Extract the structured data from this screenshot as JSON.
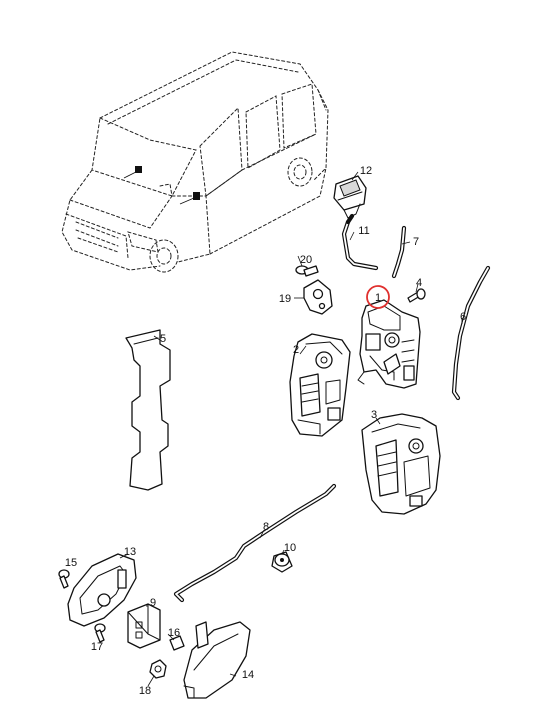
{
  "diagram": {
    "highlight_color": "#e0302e",
    "highlighted_part": "1",
    "callouts": [
      {
        "id": "c1",
        "label": "1"
      },
      {
        "id": "c2",
        "label": "2"
      },
      {
        "id": "c3",
        "label": "3"
      },
      {
        "id": "c4",
        "label": "4"
      },
      {
        "id": "c5",
        "label": "5"
      },
      {
        "id": "c6",
        "label": "6"
      },
      {
        "id": "c7",
        "label": "7"
      },
      {
        "id": "c8",
        "label": "8"
      },
      {
        "id": "c9",
        "label": "9"
      },
      {
        "id": "c10",
        "label": "10"
      },
      {
        "id": "c11",
        "label": "11"
      },
      {
        "id": "c12",
        "label": "12"
      },
      {
        "id": "c13",
        "label": "13"
      },
      {
        "id": "c14",
        "label": "14"
      },
      {
        "id": "c15",
        "label": "15"
      },
      {
        "id": "c16",
        "label": "16"
      },
      {
        "id": "c17",
        "label": "17"
      },
      {
        "id": "c18",
        "label": "18"
      },
      {
        "id": "c19",
        "label": "19"
      },
      {
        "id": "c20",
        "label": "20"
      }
    ]
  }
}
